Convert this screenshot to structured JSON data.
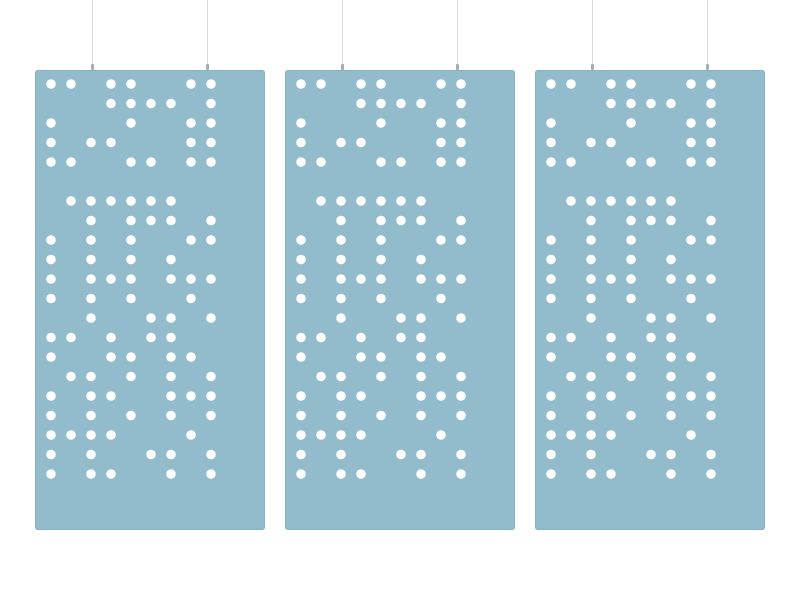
{
  "scene": {
    "background_color": "#ffffff",
    "panel_color": "#92bccb",
    "perforation_color": "#ffffff",
    "wire_color": "#d6dadb",
    "panel_count": 3,
    "wires_per_panel": 2
  },
  "panel_pattern": [
    "110110011",
    "000111101",
    "100010011",
    "101100011",
    "110011011",
    "000000000",
    "011111100",
    "001011101",
    "101010011",
    "101010100",
    "101110111",
    "101010010",
    "001001101",
    "110101100",
    "100110110",
    "011010101",
    "101100111",
    "101010101",
    "111100010",
    "101001101",
    "101100101"
  ]
}
